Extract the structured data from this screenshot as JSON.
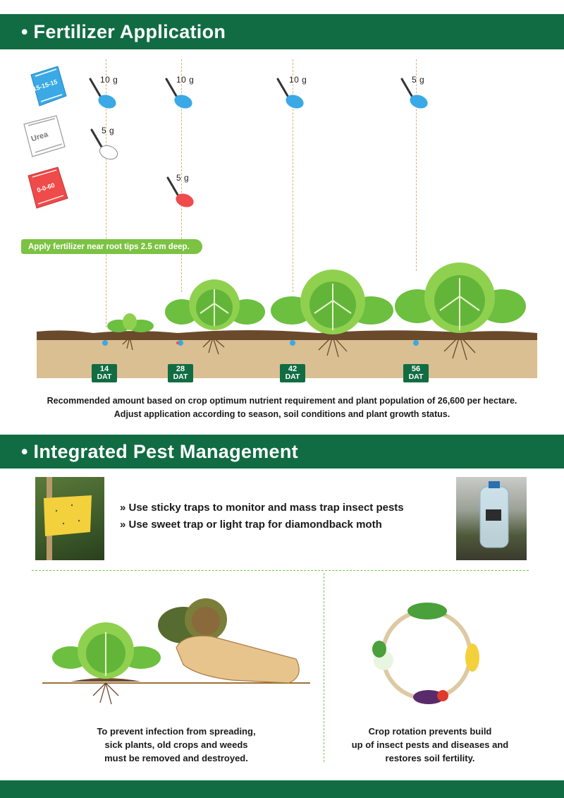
{
  "fertilizer": {
    "title": "• Fertilizer Application",
    "bags": [
      {
        "label": "15-15-15",
        "color": "#3aa9e6"
      },
      {
        "label": "Urea",
        "color": "#ffffff"
      },
      {
        "label": "0-0-60",
        "color": "#ef4b4b"
      }
    ],
    "doses": {
      "npk_14": "10 g",
      "npk_28": "10 g",
      "npk_42": "10 g",
      "npk_56": "5 g",
      "urea_14": "5 g",
      "potash_28": "5 g"
    },
    "note": "Apply fertilizer near root tips 2.5 cm deep.",
    "dat_tags": [
      {
        "num": "14",
        "unit": "DAT"
      },
      {
        "num": "28",
        "unit": "DAT"
      },
      {
        "num": "42",
        "unit": "DAT"
      },
      {
        "num": "56",
        "unit": "DAT"
      }
    ],
    "caption_line1": "Recommended amount based on crop optimum nutrient requirement and plant population of 26,600 per hectare.",
    "caption_line2": "Adjust application according to season, soil conditions and plant growth status."
  },
  "ipm": {
    "title": "• Integrated Pest Management",
    "bullets": [
      "» Use sticky traps to monitor and mass trap insect pests",
      "» Use sweet trap or light trap for diamondback moth"
    ],
    "left_text": [
      "To prevent infection from spreading,",
      "sick plants, old crops and weeds",
      "must be removed and destroyed."
    ],
    "right_text": [
      "Crop rotation prevents build",
      "up of insect pests and diseases and",
      "restores soil fertility."
    ]
  },
  "colors": {
    "brand_green": "#116c43",
    "accent_green": "#7cc243",
    "soil": "#d9bf91"
  }
}
